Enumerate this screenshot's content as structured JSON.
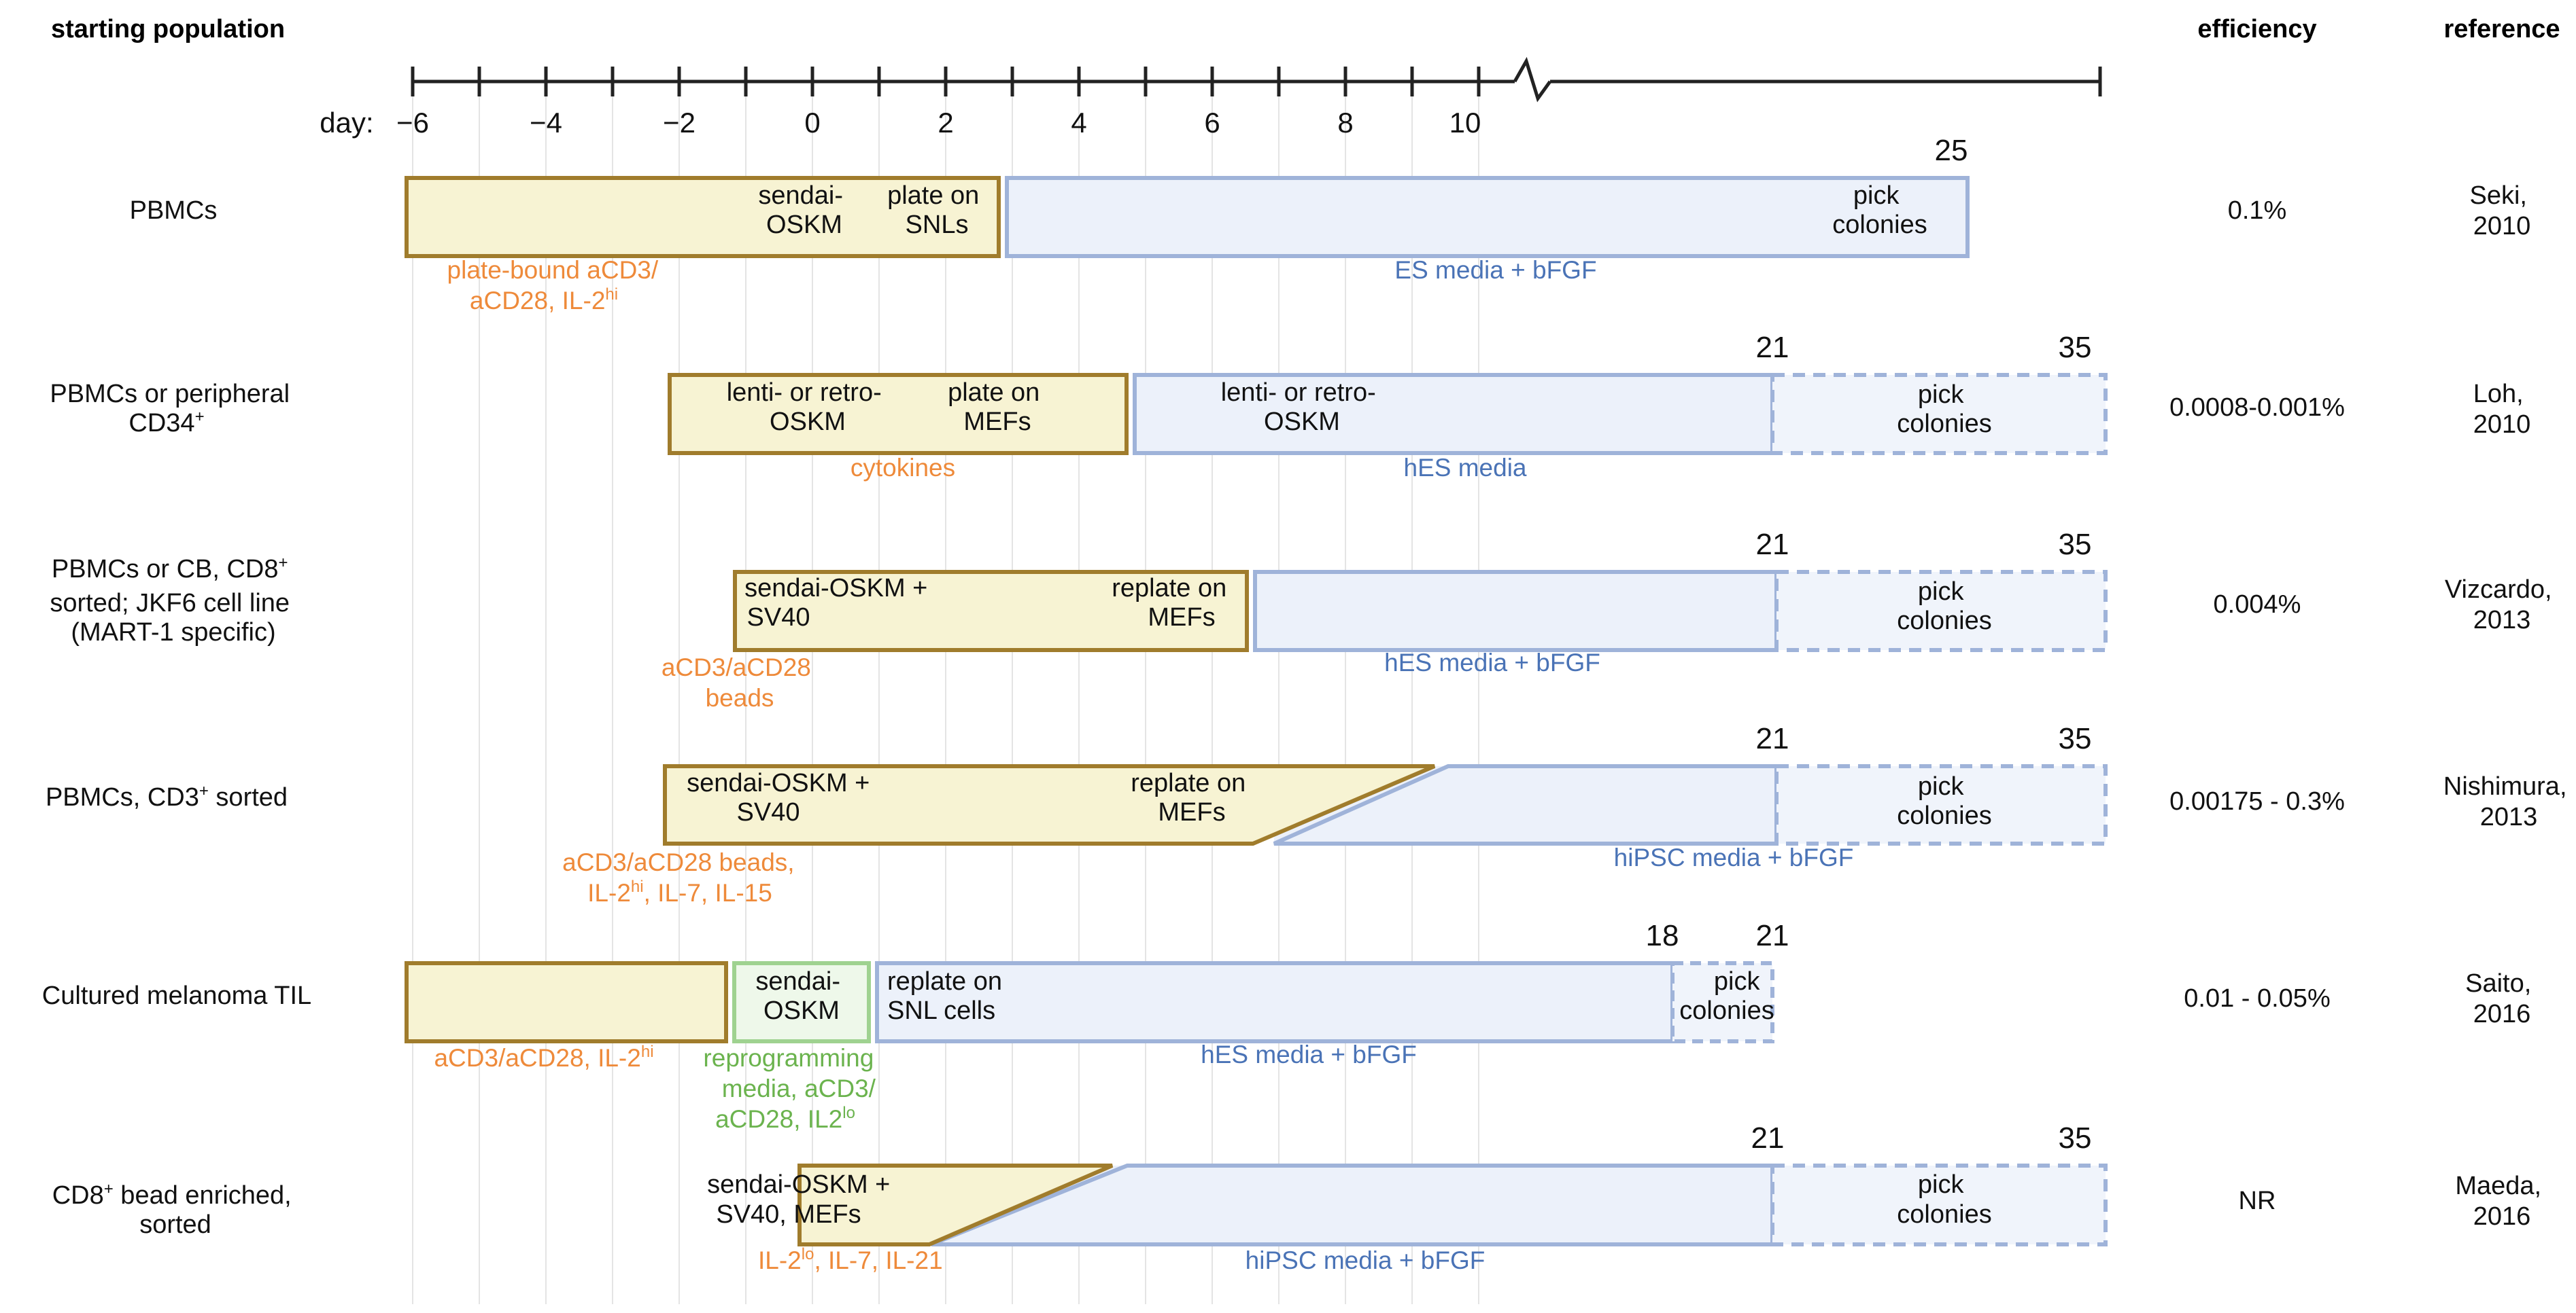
{
  "headers": {
    "starting_population": "starting population",
    "efficiency": "efficiency",
    "reference": "reference"
  },
  "axis": {
    "prefix": "day:",
    "tick_labels": [
      "−6",
      "−4",
      "−2",
      "0",
      "2",
      "4",
      "6",
      "8",
      "10"
    ]
  },
  "colors": {
    "culture_fill": "#f7f3d3",
    "culture_stroke": "#a07c2c",
    "media_fill": "#ecf1fa",
    "media_stroke": "#9fb3d9",
    "orange_text": "#ee8a3a",
    "blue_text": "#4a73b6",
    "green_text": "#6bb34e",
    "green_stroke": "#9fd290",
    "green_fill": "#eef8ea",
    "grid": "#e4e4e4"
  },
  "rows": [
    {
      "population": [
        "PBMCs"
      ],
      "efficiency": "0.1%",
      "reference": [
        "Seki,",
        "2010"
      ],
      "day_markers": [
        "25"
      ],
      "box_labels": [
        [
          "sendai-",
          "OSKM"
        ],
        [
          "plate on",
          "SNLs"
        ],
        [
          "pick",
          "colonies"
        ]
      ],
      "condition_labels": [
        [
          "plate-bound aCD3/",
          "aCD28, IL-2",
          "hi"
        ],
        [
          "ES media + bFGF"
        ]
      ]
    },
    {
      "population": [
        "PBMCs or peripheral",
        "CD34",
        "+"
      ],
      "efficiency": "0.0008-0.001%",
      "reference": [
        "Loh,",
        "2010"
      ],
      "day_markers": [
        "21",
        "35"
      ],
      "box_labels": [
        [
          "lenti- or retro-",
          "OSKM"
        ],
        [
          "plate on",
          "MEFs"
        ],
        [
          "lenti- or retro-",
          "OSKM"
        ],
        [
          "pick",
          "colonies"
        ]
      ],
      "condition_labels": [
        [
          "cytokines"
        ],
        [
          "hES media"
        ]
      ]
    },
    {
      "population": [
        "PBMCs or CB, CD8",
        "+",
        "sorted; JKF6 cell line",
        "(MART-1 specific)"
      ],
      "efficiency": "0.004%",
      "reference": [
        "Vizcardo,",
        "2013"
      ],
      "day_markers": [
        "21",
        "35"
      ],
      "box_labels": [
        [
          "sendai-OSKM +",
          "SV40"
        ],
        [
          "replate on",
          "MEFs"
        ],
        [
          "pick",
          "colonies"
        ]
      ],
      "condition_labels": [
        [
          "aCD3/aCD28",
          "beads"
        ],
        [
          "hES media + bFGF"
        ]
      ]
    },
    {
      "population": [
        "PBMCs, CD3",
        "+",
        " sorted"
      ],
      "efficiency": "0.00175 - 0.3%",
      "reference": [
        "Nishimura,",
        "2013"
      ],
      "day_markers": [
        "21",
        "35"
      ],
      "box_labels": [
        [
          "sendai-OSKM +",
          "SV40"
        ],
        [
          "replate on",
          "MEFs"
        ],
        [
          "pick",
          "colonies"
        ]
      ],
      "condition_labels": [
        [
          "aCD3/aCD28 beads,",
          "IL-2",
          "hi",
          ", IL-7, IL-15"
        ],
        [
          "hiPSC media + bFGF"
        ]
      ]
    },
    {
      "population": [
        "Cultured melanoma TIL"
      ],
      "efficiency": "0.01 - 0.05%",
      "reference": [
        "Saito,",
        "2016"
      ],
      "day_markers": [
        "18",
        "21"
      ],
      "box_labels": [
        [
          "sendai-",
          "OSKM"
        ],
        [
          "replate on",
          "SNL cells"
        ],
        [
          "pick",
          "colonies"
        ]
      ],
      "condition_labels": [
        [
          "aCD3/aCD28, IL-2",
          "hi"
        ],
        [
          "reprogramming",
          "media, aCD3/",
          "aCD28, IL2",
          "lo"
        ],
        [
          "hES media + bFGF"
        ]
      ]
    },
    {
      "population": [
        "CD8",
        "+",
        " bead enriched,",
        "sorted"
      ],
      "efficiency": "NR",
      "reference": [
        "Maeda,",
        "2016"
      ],
      "day_markers": [
        "21",
        "35"
      ],
      "box_labels": [
        [
          "sendai-OSKM +",
          "SV40, MEFs"
        ],
        [
          "pick",
          "colonies"
        ]
      ],
      "condition_labels": [
        [
          "IL-2",
          "lo",
          ", IL-7, IL-21"
        ],
        [
          "hiPSC media + bFGF"
        ]
      ]
    }
  ]
}
